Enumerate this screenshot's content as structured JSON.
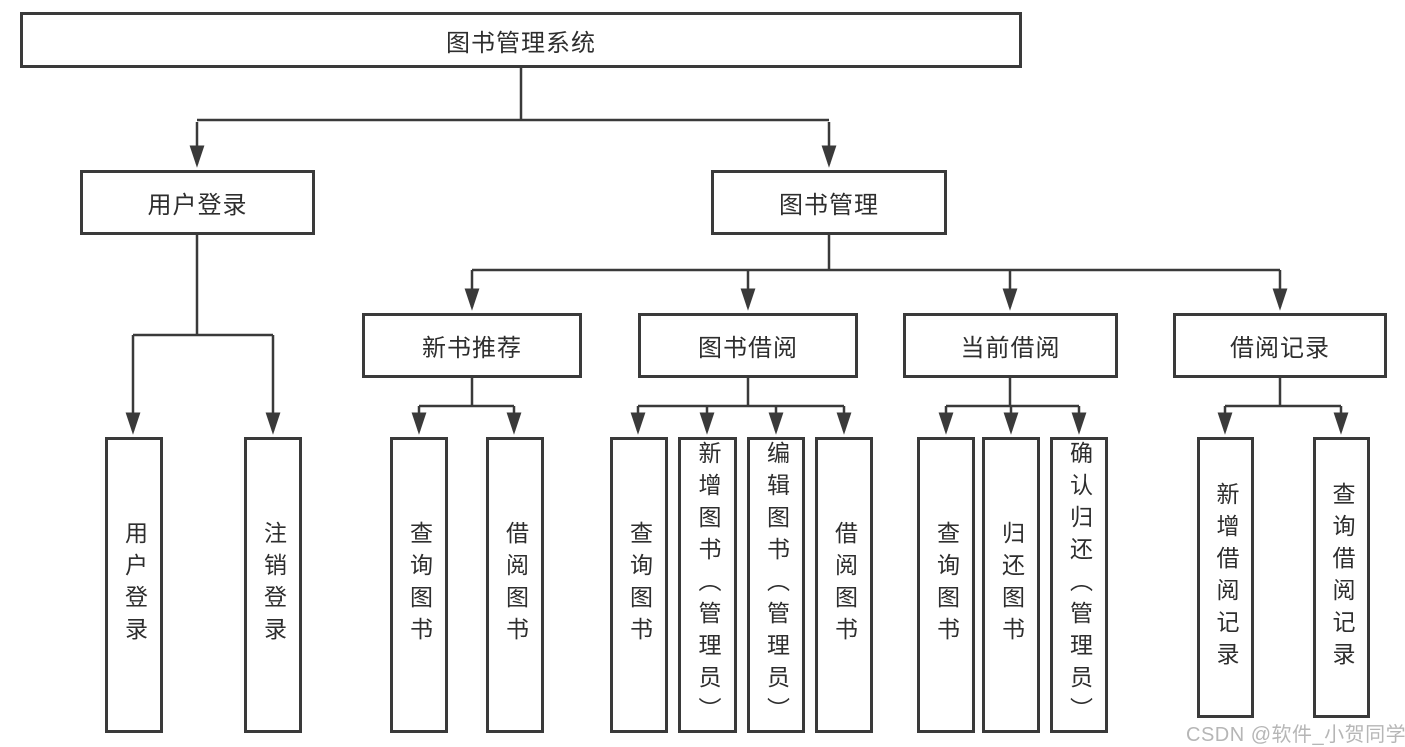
{
  "diagram": {
    "root": "图书管理系统",
    "branches": [
      {
        "label": "用户登录",
        "children": [
          {
            "label": "用户登录"
          },
          {
            "label": "注销登录"
          }
        ]
      },
      {
        "label": "图书管理",
        "children": [
          {
            "label": "新书推荐",
            "children": [
              {
                "label": "查询图书"
              },
              {
                "label": "借阅图书"
              }
            ]
          },
          {
            "label": "图书借阅",
            "children": [
              {
                "label": "查询图书"
              },
              {
                "label": "新增图书（管理员）"
              },
              {
                "label": "编辑图书（管理员）"
              },
              {
                "label": "借阅图书"
              }
            ]
          },
          {
            "label": "当前借阅",
            "children": [
              {
                "label": "查询图书"
              },
              {
                "label": "归还图书"
              },
              {
                "label": "确认归还（管理员）"
              }
            ]
          },
          {
            "label": "借阅记录",
            "children": [
              {
                "label": "新增借阅记录"
              },
              {
                "label": "查询借阅记录"
              }
            ]
          }
        ]
      }
    ]
  },
  "watermark": "CSDN @软件_小贺同学",
  "colors": {
    "line": "#3a3a3a",
    "text": "#2e2e2e",
    "box_background": "#ffffff",
    "watermark": "#b6b6b6",
    "page_background": "#ffffff"
  }
}
